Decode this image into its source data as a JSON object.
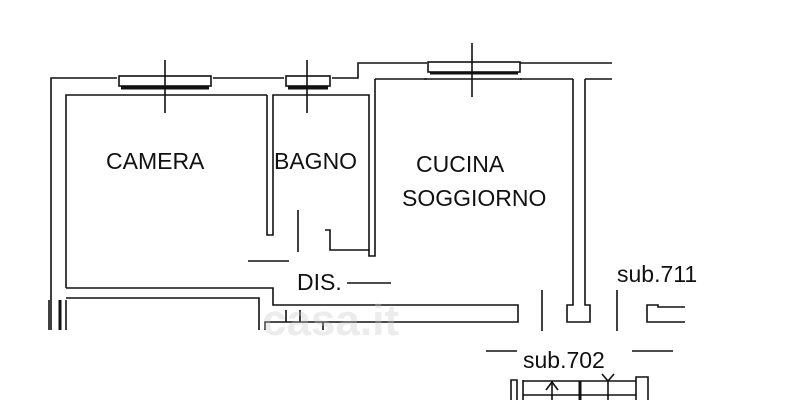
{
  "rooms": {
    "camera": "CAMERA",
    "bagno": "BAGNO",
    "cucina_line1": "CUCINA",
    "cucina_line2": "SOGGIORNO",
    "disimpegno": "DIS."
  },
  "subunits": {
    "sub_711": "sub.711",
    "sub_702": "sub.702"
  },
  "watermark": "casa.it"
}
